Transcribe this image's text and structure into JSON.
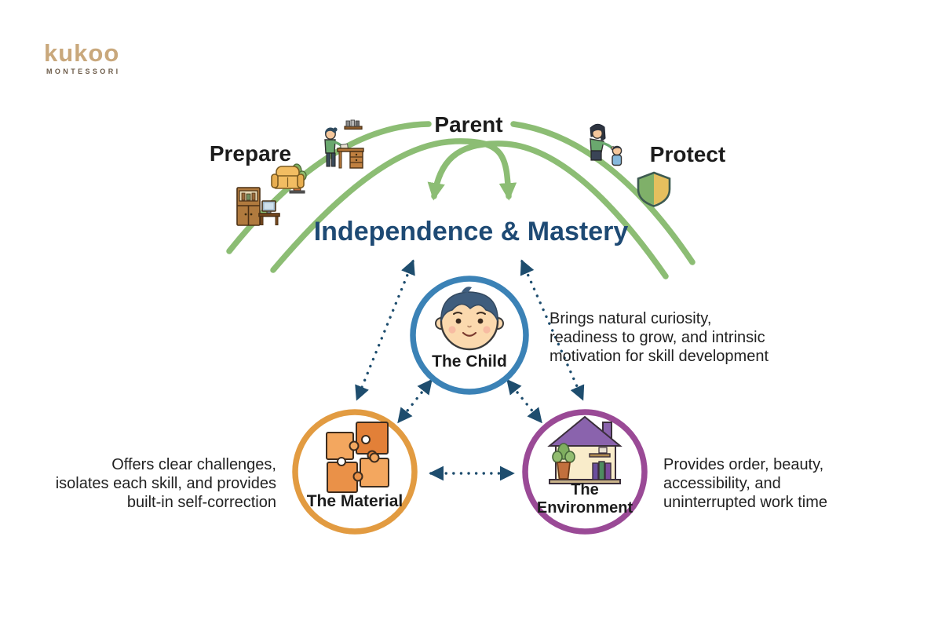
{
  "logo": {
    "brand": "kukoo",
    "subtitle": "MONTESSORI"
  },
  "parent_arc": {
    "left_label": "Prepare",
    "top_label": "Parent",
    "right_label": "Protect",
    "icons": [
      "cabinet-computer-icon",
      "armchair-plant-icon",
      "person-at-desk-icon",
      "parent-helping-child-icon",
      "shield-icon"
    ]
  },
  "title": "Independence & Mastery",
  "nodes": {
    "child": {
      "label": "The Child",
      "icon": "child-face-icon",
      "desc_lines": [
        "Brings natural curiosity,",
        "readiness to grow, and intrinsic",
        "motivation for skill development"
      ]
    },
    "material": {
      "label": "The Material",
      "icon": "puzzle-icon",
      "desc_lines": [
        "Offers clear challenges,",
        "isolates each skill, and provides",
        "built-in self-correction"
      ]
    },
    "environment": {
      "label_line1": "The",
      "label_line2": "Environment",
      "icon": "house-icon",
      "desc_lines": [
        "Provides order, beauty,",
        "accessibility, and",
        "uninterrupted work time"
      ]
    }
  },
  "colors": {
    "arc_green": "#8cbd74",
    "arrow_navy": "#1e4d6e",
    "title_navy": "#1e4a74",
    "ring_blue": "#3b82b6",
    "ring_orange": "#e29b41",
    "ring_purple": "#9a4a96",
    "brand_tan": "#c9a87c",
    "text_dark": "#222222"
  }
}
